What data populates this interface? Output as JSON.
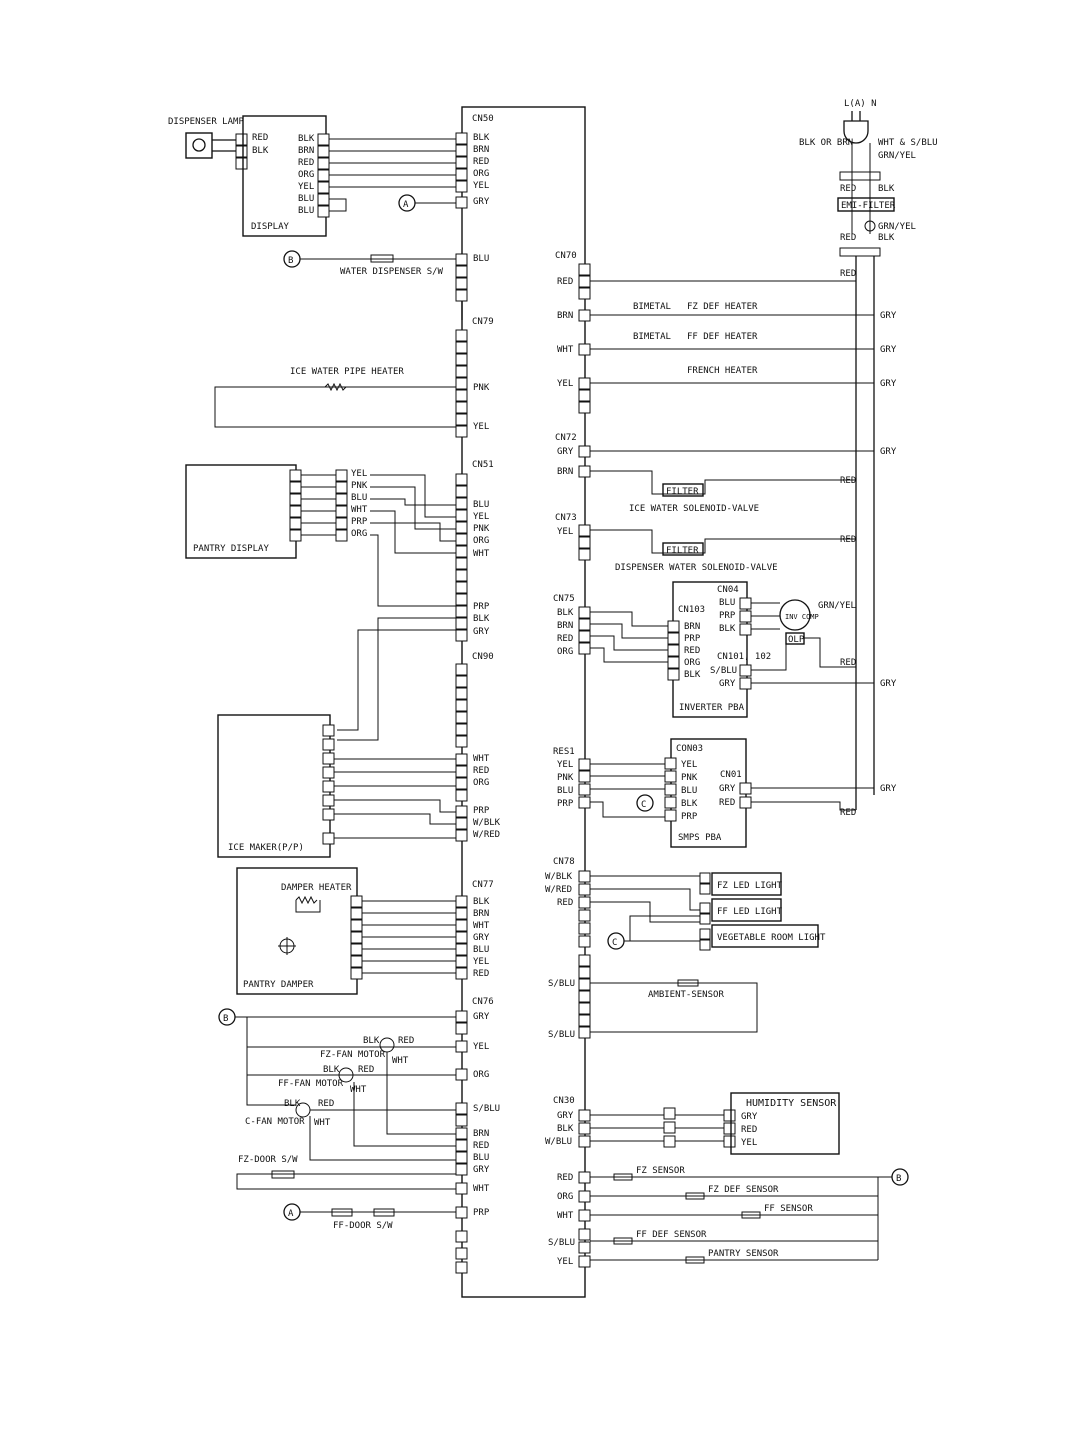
{
  "left_components": {
    "dispenser_lamp": "DISPENSER LAMP",
    "display": "DISPLAY",
    "display_in": [
      "RED",
      "BLK"
    ],
    "display_out": [
      "BLK",
      "BRN",
      "RED",
      "ORG",
      "YEL",
      "BLU",
      "BLU"
    ],
    "water_dispenser_sw": "WATER DISPENSER S/W",
    "ice_water_pipe_heater": "ICE WATER PIPE HEATER",
    "pantry_display": "PANTRY DISPLAY",
    "pantry_display_wires": [
      "YEL",
      "PNK",
      "BLU",
      "WHT",
      "PRP",
      "ORG"
    ],
    "ice_maker": "ICE MAKER(P/P)",
    "damper_heater": "DAMPER HEATER",
    "pantry_damper": "PANTRY DAMPER",
    "fz_fan_motor": "FZ-FAN MOTOR",
    "ff_fan_motor": "FF-FAN MOTOR",
    "c_fan_motor": "C-FAN MOTOR",
    "fz_door_sw": "FZ-DOOR S/W",
    "ff_door_sw": "FF-DOOR S/W",
    "fan_labels": {
      "blk": "BLK",
      "red": "RED",
      "wht": "WHT"
    }
  },
  "connectors": {
    "cn50": {
      "name": "CN50",
      "labels": [
        "BLK",
        "BRN",
        "RED",
        "ORG",
        "YEL",
        "GRY"
      ]
    },
    "cn50_blu": "BLU",
    "cn79": {
      "name": "CN79",
      "labels": [
        "PNK",
        "YEL"
      ]
    },
    "cn51": {
      "name": "CN51",
      "labels": [
        "BLU",
        "YEL",
        "PNK",
        "ORG",
        "WHT"
      ]
    },
    "cn51b": {
      "labels": [
        "PRP",
        "BLK",
        "GRY"
      ]
    },
    "cn90": {
      "name": "CN90",
      "labels": [
        "WHT",
        "RED",
        "ORG",
        "PRP",
        "W/BLK",
        "W/RED"
      ]
    },
    "cn77": {
      "name": "CN77",
      "labels": [
        "BLK",
        "BRN",
        "WHT",
        "GRY",
        "BLU",
        "YEL",
        "RED"
      ]
    },
    "cn76": {
      "name": "CN76",
      "labels": [
        "GRY",
        "YEL",
        "ORG",
        "S/BLU",
        "BRN",
        "RED",
        "BLU",
        "GRY",
        "WHT",
        "PRP"
      ]
    },
    "cn70": {
      "name": "CN70",
      "labels": [
        "RED",
        "BRN",
        "WHT",
        "YEL"
      ]
    },
    "cn72": {
      "name": "CN72",
      "labels": [
        "GRY",
        "BRN"
      ]
    },
    "cn73": {
      "name": "CN73",
      "labels": [
        "YEL"
      ]
    },
    "cn75": {
      "name": "CN75",
      "labels": [
        "BLK",
        "BRN",
        "RED",
        "ORG"
      ]
    },
    "res1": {
      "name": "RES1",
      "labels": [
        "YEL",
        "PNK",
        "BLU",
        "PRP"
      ]
    },
    "cn78": {
      "name": "CN78",
      "labels": [
        "W/BLK",
        "W/RED",
        "RED"
      ]
    },
    "amb": {
      "labels": [
        "S/BLU",
        "S/BLU"
      ]
    },
    "cn30": {
      "name": "CN30",
      "labels": [
        "GRY",
        "BLK",
        "W/BLU"
      ]
    },
    "sens": {
      "labels": [
        "RED",
        "ORG",
        "WHT",
        "S/BLU",
        "YEL"
      ]
    }
  },
  "right_components": {
    "power": {
      "plug": "L(A) N",
      "blk_brn": "BLK OR BRN",
      "wht_sblu": "WHT & S/BLU",
      "grn_yel": "GRN/YEL",
      "red": "RED",
      "blk": "BLK",
      "emi": "EMI-FILTER",
      "grn_yel2": "GRN/YEL",
      "red2": "RED",
      "blk2": "BLK"
    },
    "heaters": [
      {
        "bimetal": "BIMETAL",
        "name": "FZ DEF HEATER"
      },
      {
        "bimetal": "BIMETAL",
        "name": "FF DEF HEATER"
      },
      {
        "bimetal": "",
        "name": "FRENCH HEATER"
      }
    ],
    "filter": "FILTER",
    "ice_water_valve": "ICE WATER SOLENOID-VALVE",
    "dispenser_valve": "DISPENSER WATER SOLENOID-VALVE",
    "inverter": {
      "name": "INVERTER PBA",
      "cn103": "CN103",
      "cn103_labels": [
        "BRN",
        "PRP",
        "RED",
        "ORG",
        "BLK"
      ],
      "cn04": "CN04",
      "cn04_labels": [
        "BLU",
        "PRP",
        "BLK"
      ],
      "cn101": "CN101, 102",
      "s_blu": "S/BLU",
      "gry": "GRY",
      "comp": "INV COMP",
      "olp": "OLP",
      "grn_yel": "GRN/YEL",
      "red": "RED"
    },
    "smps": {
      "name": "SMPS PBA",
      "con03": "CON03",
      "con03_labels": [
        "YEL",
        "PNK",
        "BLU",
        "BLK",
        "PRP"
      ],
      "cn01": "CN01",
      "cn01_labels": [
        "GRY",
        "RED"
      ]
    },
    "lights": [
      "FZ LED LIGHT",
      "FF LED LIGHT",
      "VEGETABLE ROOM LIGHT"
    ],
    "ambient_sensor": "AMBIENT-SENSOR",
    "humidity": {
      "name": "HUMIDITY SENSOR",
      "labels": [
        "GRY",
        "RED",
        "YEL"
      ]
    },
    "sensors": [
      "FZ SENSOR",
      "FZ DEF SENSOR",
      "FF SENSOR",
      "FF DEF SENSOR",
      "PANTRY SENSOR"
    ],
    "wire_gry": "GRY",
    "wire_red": "RED"
  },
  "markers": {
    "a": "A",
    "b": "B",
    "c": "C"
  }
}
